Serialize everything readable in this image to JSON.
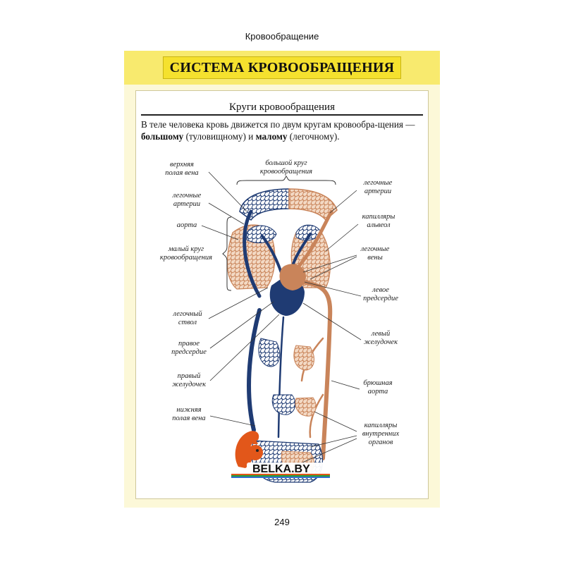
{
  "running_head": "Кровообращение",
  "chapter_title": "СИСТЕМА КРОВООБРАЩЕНИЯ",
  "section_title": "Круги кровообращения",
  "intro": {
    "part1": "В теле человека кровь движется по двум кругам кровообра-щения — ",
    "bold1": "большому",
    "part2": " (туловищному) и ",
    "bold2": "малому",
    "part3": " (легочному)."
  },
  "diagram": {
    "colors": {
      "venous": "#1f3b73",
      "arterial": "#c9845a",
      "arterial_fill": "#e0a77f"
    },
    "left_labels": [
      {
        "id": "svc",
        "lines": [
          "верхняя",
          "полая вена"
        ]
      },
      {
        "id": "pa_left",
        "lines": [
          "легочные",
          "артерии"
        ]
      },
      {
        "id": "aorta",
        "lines": [
          "аорта"
        ]
      },
      {
        "id": "small_circle",
        "lines": [
          "малый круг",
          "кровообращения"
        ]
      },
      {
        "id": "pulm_trunk",
        "lines": [
          "легочный",
          "ствол"
        ]
      },
      {
        "id": "ra",
        "lines": [
          "правое",
          "предсердие"
        ]
      },
      {
        "id": "rv",
        "lines": [
          "правый",
          "желудочек"
        ]
      },
      {
        "id": "ivc",
        "lines": [
          "нижняя",
          "полая вена"
        ]
      }
    ],
    "top_label": {
      "lines": [
        "большой круг",
        "кровообращения"
      ]
    },
    "right_labels": [
      {
        "id": "pa_right",
        "lines": [
          "легочные",
          "артерии"
        ]
      },
      {
        "id": "alv_caps",
        "lines": [
          "капилляры",
          "альвеол"
        ]
      },
      {
        "id": "pv",
        "lines": [
          "легочные",
          "вены"
        ]
      },
      {
        "id": "la",
        "lines": [
          "левое",
          "предсердие"
        ]
      },
      {
        "id": "lv",
        "lines": [
          "левый",
          "желудочек"
        ]
      },
      {
        "id": "abd_aorta",
        "lines": [
          "брюшная",
          "аорта"
        ]
      },
      {
        "id": "organ_caps",
        "lines": [
          "капилляры",
          "внутренних",
          "органов"
        ]
      }
    ]
  },
  "page_number": "249",
  "watermark": "BELKA.BY"
}
